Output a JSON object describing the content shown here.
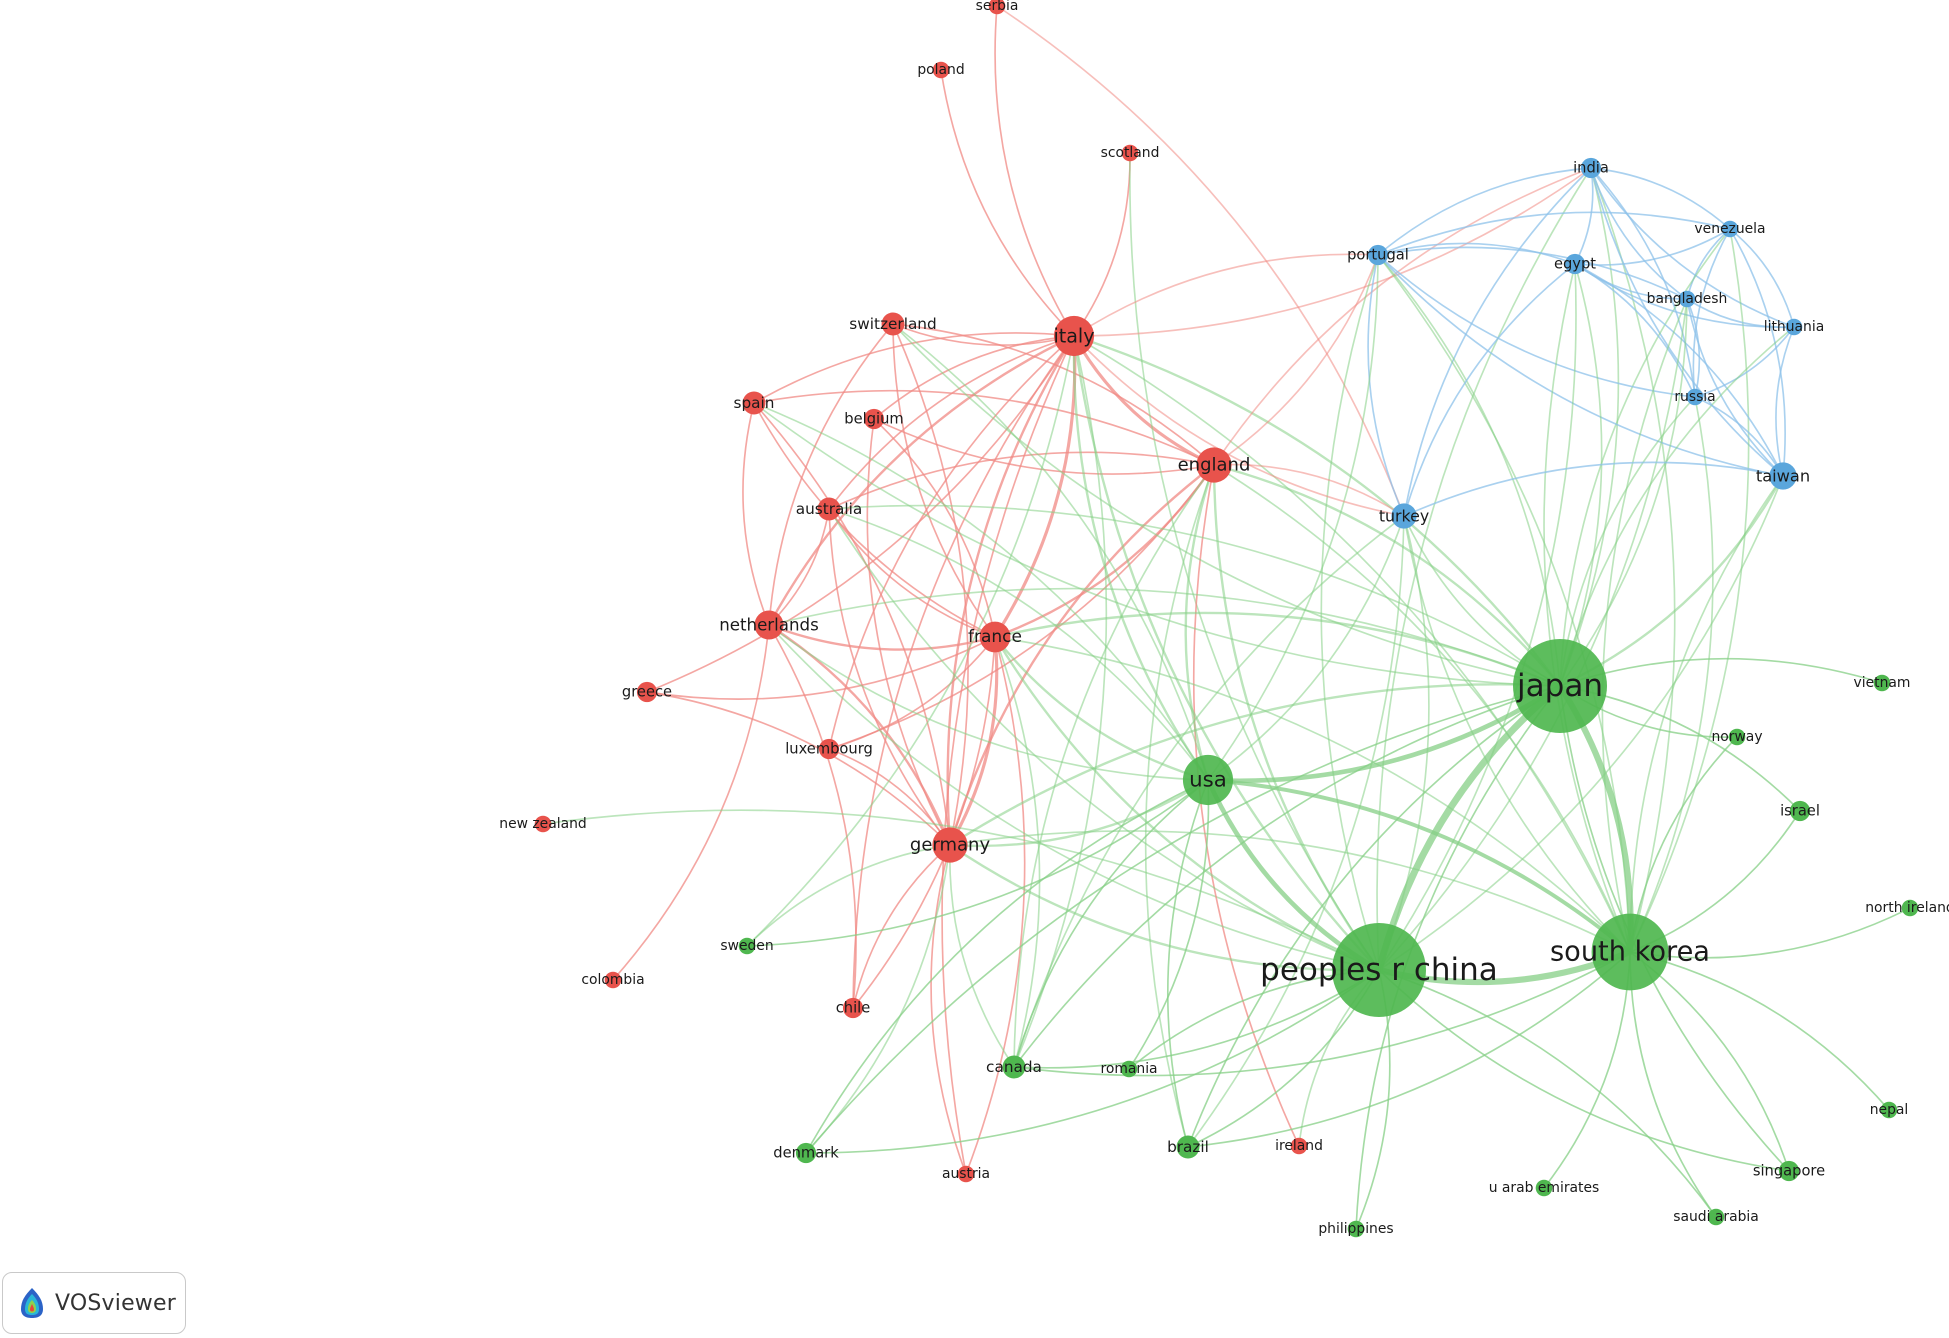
{
  "app": {
    "name": "VOSviewer"
  },
  "colors": {
    "cluster_1": "#e8534c",
    "cluster_2": "#4fb74f",
    "cluster_3": "#5aa6dc",
    "edge_cluster_1": "#f08a84",
    "edge_cluster_2": "#85cf85",
    "edge_cluster_3": "#8ec2ea",
    "label": "#1a1a1a"
  },
  "nodes": [
    {
      "id": "serbia",
      "label": "serbia",
      "cluster": 1,
      "weight": 1
    },
    {
      "id": "poland",
      "label": "poland",
      "cluster": 1,
      "weight": 1
    },
    {
      "id": "scotland",
      "label": "scotland",
      "cluster": 1,
      "weight": 1
    },
    {
      "id": "italy",
      "label": "italy",
      "cluster": 1,
      "weight": 14
    },
    {
      "id": "switzerland",
      "label": "switzerland",
      "cluster": 1,
      "weight": 3
    },
    {
      "id": "spain",
      "label": "spain",
      "cluster": 1,
      "weight": 3
    },
    {
      "id": "belgium",
      "label": "belgium",
      "cluster": 1,
      "weight": 2
    },
    {
      "id": "england",
      "label": "england",
      "cluster": 1,
      "weight": 10
    },
    {
      "id": "australia",
      "label": "australia",
      "cluster": 1,
      "weight": 3
    },
    {
      "id": "netherlands",
      "label": "netherlands",
      "cluster": 1,
      "weight": 6
    },
    {
      "id": "france",
      "label": "france",
      "cluster": 1,
      "weight": 7
    },
    {
      "id": "greece",
      "label": "greece",
      "cluster": 1,
      "weight": 2
    },
    {
      "id": "luxembourg",
      "label": "luxembourg",
      "cluster": 1,
      "weight": 2
    },
    {
      "id": "germany",
      "label": "germany",
      "cluster": 1,
      "weight": 10
    },
    {
      "id": "new-zealand",
      "label": "new zealand",
      "cluster": 1,
      "weight": 1
    },
    {
      "id": "colombia",
      "label": "colombia",
      "cluster": 1,
      "weight": 1
    },
    {
      "id": "chile",
      "label": "chile",
      "cluster": 1,
      "weight": 2
    },
    {
      "id": "austria",
      "label": "austria",
      "cluster": 1,
      "weight": 1
    },
    {
      "id": "ireland",
      "label": "ireland",
      "cluster": 1,
      "weight": 1
    },
    {
      "id": "india",
      "label": "india",
      "cluster": 3,
      "weight": 2
    },
    {
      "id": "venezuela",
      "label": "venezuela",
      "cluster": 3,
      "weight": 1
    },
    {
      "id": "portugal",
      "label": "portugal",
      "cluster": 3,
      "weight": 2
    },
    {
      "id": "egypt",
      "label": "egypt",
      "cluster": 3,
      "weight": 2
    },
    {
      "id": "bangladesh",
      "label": "bangladesh",
      "cluster": 3,
      "weight": 1
    },
    {
      "id": "lithuania",
      "label": "lithuania",
      "cluster": 3,
      "weight": 1
    },
    {
      "id": "russia",
      "label": "russia",
      "cluster": 3,
      "weight": 1
    },
    {
      "id": "taiwan",
      "label": "taiwan",
      "cluster": 3,
      "weight": 5
    },
    {
      "id": "turkey",
      "label": "turkey",
      "cluster": 3,
      "weight": 4
    },
    {
      "id": "japan",
      "label": "japan",
      "cluster": 2,
      "weight": 100
    },
    {
      "id": "usa",
      "label": "usa",
      "cluster": 2,
      "weight": 24
    },
    {
      "id": "peoples-r-china",
      "label": "peoples r china",
      "cluster": 2,
      "weight": 100
    },
    {
      "id": "south-korea",
      "label": "south korea",
      "cluster": 2,
      "weight": 64
    },
    {
      "id": "vietnam",
      "label": "vietnam",
      "cluster": 2,
      "weight": 1
    },
    {
      "id": "norway",
      "label": "norway",
      "cluster": 2,
      "weight": 1
    },
    {
      "id": "israel",
      "label": "israel",
      "cluster": 2,
      "weight": 2
    },
    {
      "id": "north-ireland",
      "label": "north ireland",
      "cluster": 2,
      "weight": 1
    },
    {
      "id": "sweden",
      "label": "sweden",
      "cluster": 2,
      "weight": 1
    },
    {
      "id": "canada",
      "label": "canada",
      "cluster": 2,
      "weight": 3
    },
    {
      "id": "romania",
      "label": "romania",
      "cluster": 2,
      "weight": 1
    },
    {
      "id": "denmark",
      "label": "denmark",
      "cluster": 2,
      "weight": 2
    },
    {
      "id": "brazil",
      "label": "brazil",
      "cluster": 2,
      "weight": 3
    },
    {
      "id": "philippines",
      "label": "philippines",
      "cluster": 2,
      "weight": 1
    },
    {
      "id": "u-arab-emirates",
      "label": "u arab emirates",
      "cluster": 2,
      "weight": 1
    },
    {
      "id": "saudi-arabia",
      "label": "saudi arabia",
      "cluster": 2,
      "weight": 1
    },
    {
      "id": "singapore",
      "label": "singapore",
      "cluster": 2,
      "weight": 2
    },
    {
      "id": "nepal",
      "label": "nepal",
      "cluster": 2,
      "weight": 1
    }
  ],
  "links": [
    [
      "japan",
      "peoples-r-china",
      8
    ],
    [
      "japan",
      "south-korea",
      7
    ],
    [
      "peoples-r-china",
      "south-korea",
      7
    ],
    [
      "japan",
      "usa",
      5
    ],
    [
      "usa",
      "peoples-r-china",
      5
    ],
    [
      "usa",
      "south-korea",
      4
    ],
    [
      "italy",
      "england",
      3
    ],
    [
      "italy",
      "france",
      3
    ],
    [
      "italy",
      "germany",
      2
    ],
    [
      "england",
      "france",
      2
    ],
    [
      "england",
      "germany",
      2
    ],
    [
      "france",
      "germany",
      3
    ],
    [
      "netherlands",
      "france",
      2
    ],
    [
      "netherlands",
      "germany",
      2
    ],
    [
      "italy",
      "netherlands",
      2
    ],
    [
      "spain",
      "italy",
      1
    ],
    [
      "spain",
      "netherlands",
      1
    ],
    [
      "spain",
      "germany",
      1
    ],
    [
      "spain",
      "france",
      1
    ],
    [
      "spain",
      "england",
      1
    ],
    [
      "switzerland",
      "italy",
      1
    ],
    [
      "switzerland",
      "germany",
      1
    ],
    [
      "switzerland",
      "france",
      1
    ],
    [
      "switzerland",
      "england",
      1
    ],
    [
      "switzerland",
      "netherlands",
      1
    ],
    [
      "belgium",
      "italy",
      1
    ],
    [
      "belgium",
      "germany",
      1
    ],
    [
      "belgium",
      "france",
      1
    ],
    [
      "belgium",
      "england",
      1
    ],
    [
      "australia",
      "england",
      1
    ],
    [
      "australia",
      "germany",
      1
    ],
    [
      "australia",
      "italy",
      1
    ],
    [
      "australia",
      "france",
      1
    ],
    [
      "australia",
      "netherlands",
      1
    ],
    [
      "greece",
      "france",
      1
    ],
    [
      "greece",
      "germany",
      1
    ],
    [
      "greece",
      "italy",
      1
    ],
    [
      "luxembourg",
      "germany",
      1
    ],
    [
      "luxembourg",
      "france",
      1
    ],
    [
      "luxembourg",
      "italy",
      1
    ],
    [
      "luxembourg",
      "england",
      1
    ],
    [
      "chile",
      "germany",
      1
    ],
    [
      "chile",
      "france",
      1
    ],
    [
      "chile",
      "italy",
      1
    ],
    [
      "chile",
      "netherlands",
      1
    ],
    [
      "austria",
      "germany",
      1
    ],
    [
      "austria",
      "france",
      1
    ],
    [
      "austria",
      "italy",
      1
    ],
    [
      "colombia",
      "netherlands",
      1
    ],
    [
      "new-zealand",
      "peoples-r-china",
      1
    ],
    [
      "serbia",
      "italy",
      1
    ],
    [
      "serbia",
      "turkey",
      1
    ],
    [
      "poland",
      "italy",
      1
    ],
    [
      "scotland",
      "italy",
      1
    ],
    [
      "scotland",
      "peoples-r-china",
      1
    ],
    [
      "ireland",
      "england",
      1
    ],
    [
      "england",
      "usa",
      2
    ],
    [
      "england",
      "japan",
      2
    ],
    [
      "england",
      "peoples-r-china",
      2
    ],
    [
      "england",
      "south-korea",
      1
    ],
    [
      "france",
      "usa",
      2
    ],
    [
      "france",
      "japan",
      2
    ],
    [
      "france",
      "peoples-r-china",
      2
    ],
    [
      "france",
      "south-korea",
      1
    ],
    [
      "germany",
      "usa",
      2
    ],
    [
      "germany",
      "japan",
      2
    ],
    [
      "germany",
      "peoples-r-china",
      2
    ],
    [
      "germany",
      "south-korea",
      1
    ],
    [
      "italy",
      "usa",
      2
    ],
    [
      "italy",
      "japan",
      2
    ],
    [
      "italy",
      "peoples-r-china",
      2
    ],
    [
      "italy",
      "south-korea",
      1
    ],
    [
      "netherlands",
      "usa",
      1
    ],
    [
      "netherlands",
      "japan",
      1
    ],
    [
      "netherlands",
      "peoples-r-china",
      1
    ],
    [
      "spain",
      "usa",
      1
    ],
    [
      "spain",
      "japan",
      1
    ],
    [
      "switzerland",
      "usa",
      1
    ],
    [
      "switzerland",
      "japan",
      1
    ],
    [
      "australia",
      "usa",
      1
    ],
    [
      "australia",
      "peoples-r-china",
      1
    ],
    [
      "australia",
      "japan",
      1
    ],
    [
      "india",
      "portugal",
      1
    ],
    [
      "india",
      "egypt",
      1
    ],
    [
      "india",
      "turkey",
      1
    ],
    [
      "india",
      "japan",
      1
    ],
    [
      "india",
      "peoples-r-china",
      1
    ],
    [
      "india",
      "south-korea",
      1
    ],
    [
      "india",
      "taiwan",
      1
    ],
    [
      "india",
      "russia",
      1
    ],
    [
      "india",
      "bangladesh",
      1
    ],
    [
      "india",
      "venezuela",
      1
    ],
    [
      "india",
      "lithuania",
      1
    ],
    [
      "india",
      "italy",
      1
    ],
    [
      "india",
      "england",
      1
    ],
    [
      "venezuela",
      "egypt",
      1
    ],
    [
      "venezuela",
      "bangladesh",
      1
    ],
    [
      "venezuela",
      "taiwan",
      1
    ],
    [
      "venezuela",
      "japan",
      1
    ],
    [
      "venezuela",
      "south-korea",
      1
    ],
    [
      "venezuela",
      "portugal",
      1
    ],
    [
      "venezuela",
      "lithuania",
      1
    ],
    [
      "venezuela",
      "russia",
      1
    ],
    [
      "portugal",
      "egypt",
      1
    ],
    [
      "portugal",
      "turkey",
      1
    ],
    [
      "portugal",
      "japan",
      1
    ],
    [
      "portugal",
      "italy",
      1
    ],
    [
      "portugal",
      "england",
      1
    ],
    [
      "portugal",
      "taiwan",
      1
    ],
    [
      "portugal",
      "bangladesh",
      1
    ],
    [
      "portugal",
      "russia",
      1
    ],
    [
      "portugal",
      "south-korea",
      1
    ],
    [
      "portugal",
      "peoples-r-china",
      1
    ],
    [
      "portugal",
      "usa",
      1
    ],
    [
      "egypt",
      "bangladesh",
      1
    ],
    [
      "egypt",
      "taiwan",
      1
    ],
    [
      "egypt",
      "turkey",
      1
    ],
    [
      "egypt",
      "japan",
      1
    ],
    [
      "egypt",
      "south-korea",
      1
    ],
    [
      "egypt",
      "russia",
      1
    ],
    [
      "egypt",
      "lithuania",
      1
    ],
    [
      "egypt",
      "peoples-r-china",
      1
    ],
    [
      "bangladesh",
      "taiwan",
      1
    ],
    [
      "bangladesh",
      "russia",
      1
    ],
    [
      "bangladesh",
      "lithuania",
      1
    ],
    [
      "bangladesh",
      "japan",
      1
    ],
    [
      "bangladesh",
      "south-korea",
      1
    ],
    [
      "bangladesh",
      "peoples-r-china",
      1
    ],
    [
      "lithuania",
      "taiwan",
      1
    ],
    [
      "lithuania",
      "russia",
      1
    ],
    [
      "lithuania",
      "japan",
      1
    ],
    [
      "russia",
      "taiwan",
      1
    ],
    [
      "russia",
      "japan",
      1
    ],
    [
      "russia",
      "south-korea",
      1
    ],
    [
      "taiwan",
      "turkey",
      1
    ],
    [
      "taiwan",
      "japan",
      2
    ],
    [
      "taiwan",
      "south-korea",
      1
    ],
    [
      "taiwan",
      "peoples-r-china",
      1
    ],
    [
      "turkey",
      "japan",
      1
    ],
    [
      "turkey",
      "usa",
      1
    ],
    [
      "turkey",
      "england",
      1
    ],
    [
      "turkey",
      "peoples-r-china",
      1
    ],
    [
      "turkey",
      "south-korea",
      1
    ],
    [
      "turkey",
      "italy",
      1
    ],
    [
      "turkey",
      "canada",
      1
    ],
    [
      "turkey",
      "brazil",
      1
    ],
    [
      "vietnam",
      "japan",
      1
    ],
    [
      "norway",
      "japan",
      1
    ],
    [
      "norway",
      "south-korea",
      1
    ],
    [
      "israel",
      "south-korea",
      1
    ],
    [
      "israel",
      "japan",
      1
    ],
    [
      "north-ireland",
      "south-korea",
      1
    ],
    [
      "sweden",
      "usa",
      1
    ],
    [
      "sweden",
      "germany",
      1
    ],
    [
      "sweden",
      "italy",
      1
    ],
    [
      "canada",
      "usa",
      1
    ],
    [
      "canada",
      "peoples-r-china",
      1
    ],
    [
      "canada",
      "japan",
      1
    ],
    [
      "canada",
      "south-korea",
      1
    ],
    [
      "canada",
      "germany",
      1
    ],
    [
      "canada",
      "italy",
      1
    ],
    [
      "canada",
      "england",
      1
    ],
    [
      "canada",
      "france",
      1
    ],
    [
      "romania",
      "peoples-r-china",
      1
    ],
    [
      "romania",
      "usa",
      1
    ],
    [
      "denmark",
      "usa",
      1
    ],
    [
      "denmark",
      "peoples-r-china",
      1
    ],
    [
      "denmark",
      "japan",
      1
    ],
    [
      "denmark",
      "germany",
      1
    ],
    [
      "brazil",
      "usa",
      1
    ],
    [
      "brazil",
      "peoples-r-china",
      1
    ],
    [
      "brazil",
      "japan",
      1
    ],
    [
      "brazil",
      "south-korea",
      1
    ],
    [
      "brazil",
      "england",
      1
    ],
    [
      "philippines",
      "peoples-r-china",
      1
    ],
    [
      "philippines",
      "japan",
      1
    ],
    [
      "u-arab-emirates",
      "south-korea",
      1
    ],
    [
      "saudi-arabia",
      "south-korea",
      1
    ],
    [
      "saudi-arabia",
      "peoples-r-china",
      1
    ],
    [
      "singapore",
      "peoples-r-china",
      1
    ],
    [
      "singapore",
      "south-korea",
      1
    ],
    [
      "singapore",
      "japan",
      1
    ],
    [
      "nepal",
      "south-korea",
      1
    ],
    [
      "ireland",
      "peoples-r-china",
      1
    ]
  ]
}
